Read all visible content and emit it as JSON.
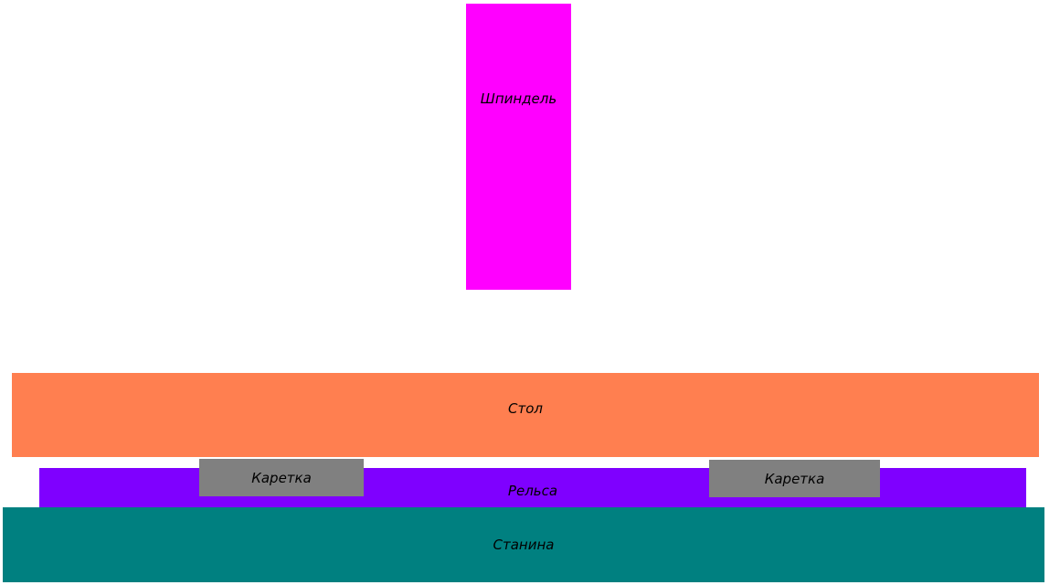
{
  "diagram": {
    "background_color": "#ffffff",
    "label_color": "#000000",
    "parts": {
      "spindle": {
        "label": "Шпиндель",
        "color": "#ff00ff"
      },
      "table": {
        "label": "Стол",
        "color": "#ff7f50"
      },
      "carriage_left": {
        "label": "Каретка",
        "color": "#808080"
      },
      "carriage_right": {
        "label": "Каретка",
        "color": "#808080"
      },
      "rail": {
        "label": "Рельса",
        "color": "#7f00ff"
      },
      "bed": {
        "label": "Станина",
        "color": "#008080"
      }
    }
  }
}
